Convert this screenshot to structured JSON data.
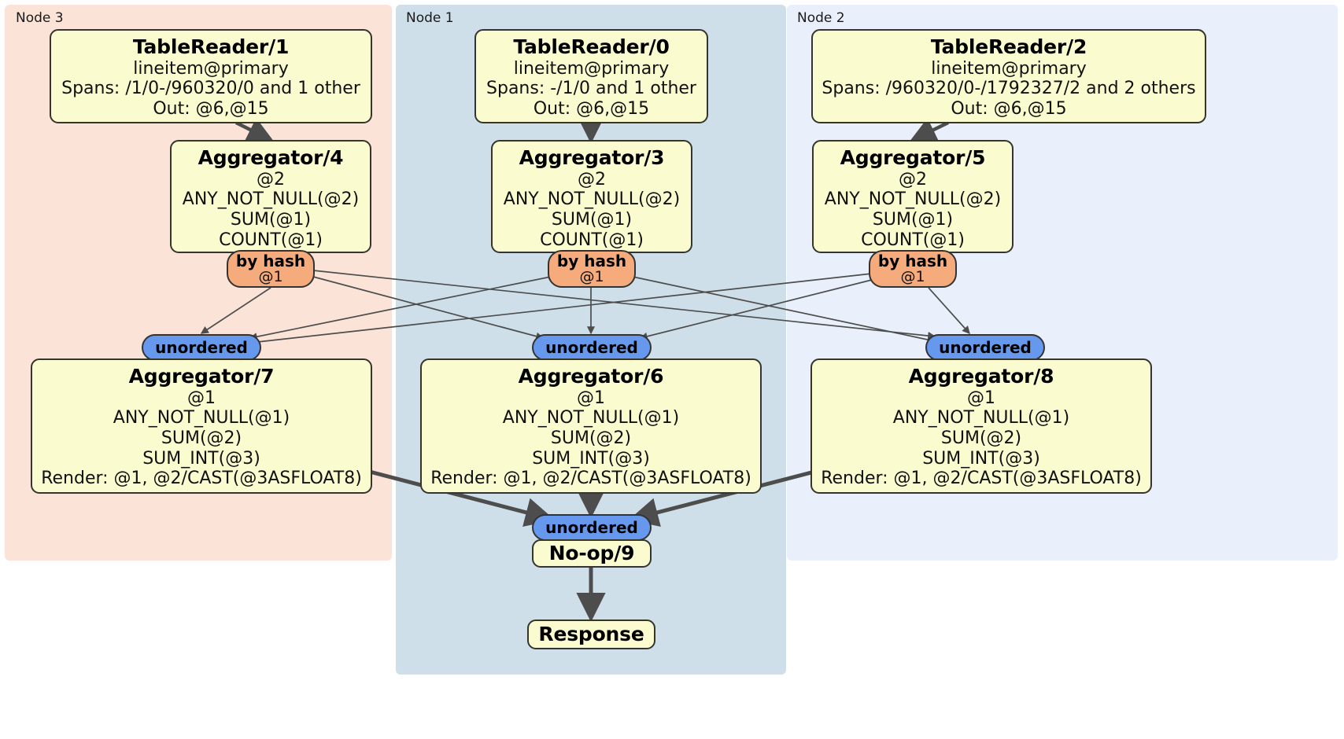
{
  "diagram": {
    "title": "Distributed SQL query physical plan",
    "colors": {
      "node3_bg": "#fbe3d8",
      "node1_bg": "#cfdfe9",
      "node2_bg": "#eaf0fb",
      "processor_fill": "#fbfbd0",
      "processor_stroke": "#35352e",
      "hash_router_fill": "#f6ab7c",
      "unordered_synchronizer_fill": "#6699ee",
      "edge_stroke": "#4d4d4d"
    },
    "nodes": [
      {
        "id": "node3",
        "label": "Node 3"
      },
      {
        "id": "node1",
        "label": "Node 1"
      },
      {
        "id": "node2",
        "label": "Node 2"
      }
    ],
    "processors": {
      "table_reader_1": {
        "title": "TableReader/1",
        "lines": [
          "lineitem@primary",
          "Spans: /1/0-/960320/0 and 1 other",
          "Out: @6,@15"
        ]
      },
      "table_reader_0": {
        "title": "TableReader/0",
        "lines": [
          "lineitem@primary",
          "Spans: -/1/0 and 1 other",
          "Out: @6,@15"
        ]
      },
      "table_reader_2": {
        "title": "TableReader/2",
        "lines": [
          "lineitem@primary",
          "Spans: /960320/0-/1792327/2 and 2 others",
          "Out: @6,@15"
        ]
      },
      "aggregator_4": {
        "title": "Aggregator/4",
        "lines": [
          "@2",
          "ANY_NOT_NULL(@2)",
          "SUM(@1)",
          "COUNT(@1)"
        ]
      },
      "aggregator_3": {
        "title": "Aggregator/3",
        "lines": [
          "@2",
          "ANY_NOT_NULL(@2)",
          "SUM(@1)",
          "COUNT(@1)"
        ]
      },
      "aggregator_5": {
        "title": "Aggregator/5",
        "lines": [
          "@2",
          "ANY_NOT_NULL(@2)",
          "SUM(@1)",
          "COUNT(@1)"
        ]
      },
      "aggregator_7": {
        "title": "Aggregator/7",
        "lines": [
          "@1",
          "ANY_NOT_NULL(@1)",
          "SUM(@2)",
          "SUM_INT(@3)",
          "Render: @1, @2/CAST(@3ASFLOAT8)"
        ]
      },
      "aggregator_6": {
        "title": "Aggregator/6",
        "lines": [
          "@1",
          "ANY_NOT_NULL(@1)",
          "SUM(@2)",
          "SUM_INT(@3)",
          "Render: @1, @2/CAST(@3ASFLOAT8)"
        ]
      },
      "aggregator_8": {
        "title": "Aggregator/8",
        "lines": [
          "@1",
          "ANY_NOT_NULL(@1)",
          "SUM(@2)",
          "SUM_INT(@3)",
          "Render: @1, @2/CAST(@3ASFLOAT8)"
        ]
      },
      "noop_9": {
        "title": "No-op/9",
        "lines": []
      },
      "response": {
        "title": "Response",
        "lines": []
      }
    },
    "routers": {
      "hash_left": {
        "label": "by hash",
        "sub": "@1"
      },
      "hash_middle": {
        "label": "by hash",
        "sub": "@1"
      },
      "hash_right": {
        "label": "by hash",
        "sub": "@1"
      }
    },
    "synchronizers": {
      "unordered_left": {
        "label": "unordered"
      },
      "unordered_middle": {
        "label": "unordered"
      },
      "unordered_right": {
        "label": "unordered"
      },
      "unordered_final": {
        "label": "unordered"
      }
    }
  }
}
